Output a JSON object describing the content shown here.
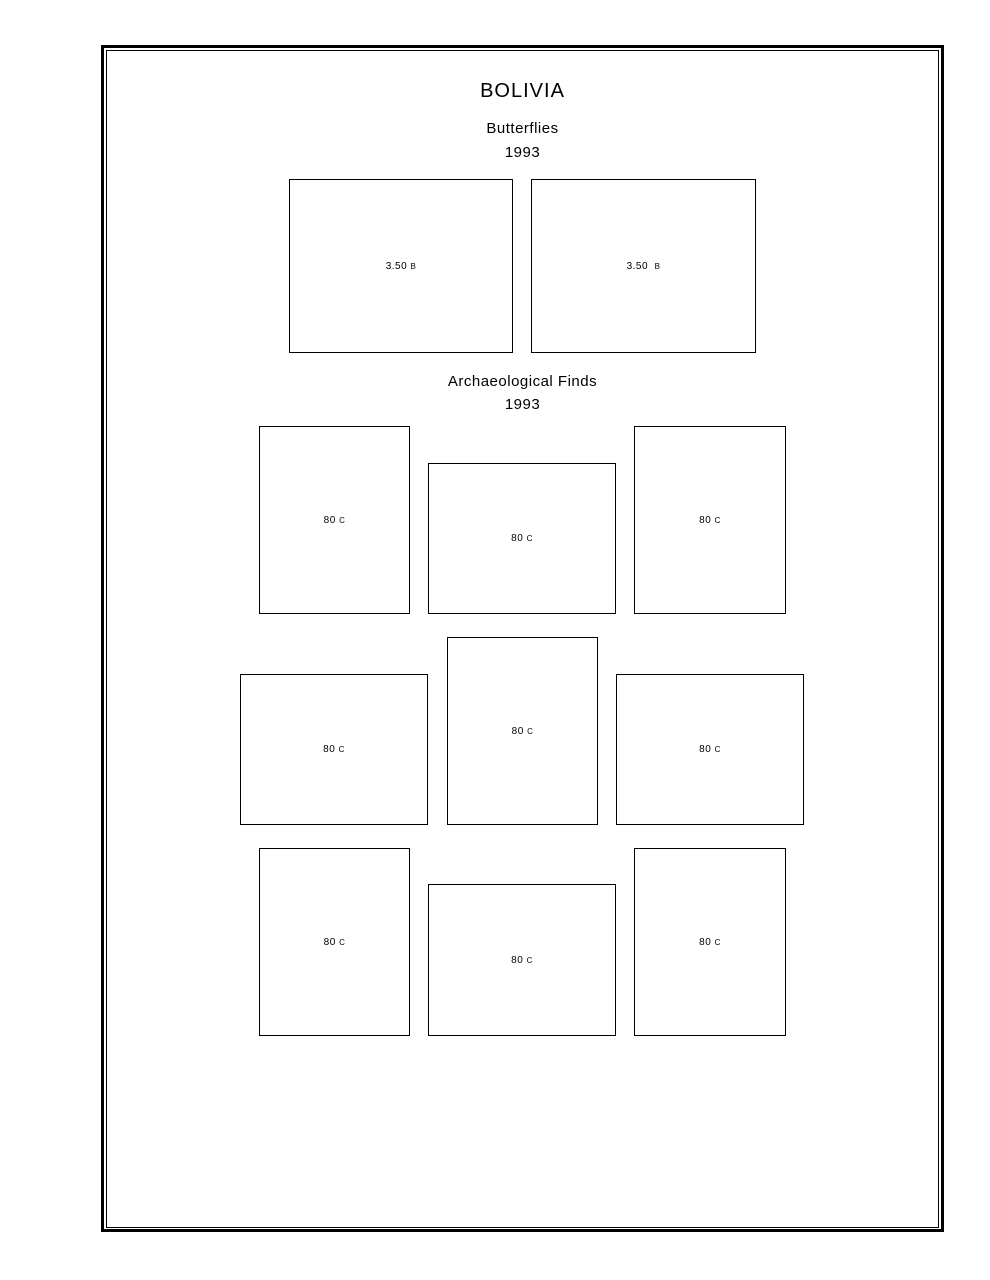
{
  "page": {
    "country": "BOLIVIA",
    "sections": [
      {
        "title": "Butterflies",
        "year": "1993",
        "stamps": [
          {
            "value": "3.50 ",
            "unit": "B"
          },
          {
            "value": "3.50  ",
            "unit": "B"
          }
        ]
      },
      {
        "title": "Archaeological Finds",
        "year": "1993",
        "stamps": [
          {
            "value": "80 ",
            "unit": "C"
          },
          {
            "value": "80 ",
            "unit": "C"
          },
          {
            "value": "80 ",
            "unit": "C"
          },
          {
            "value": "80 ",
            "unit": "C"
          },
          {
            "value": "80 ",
            "unit": "C"
          },
          {
            "value": "80 ",
            "unit": "C"
          },
          {
            "value": "80 ",
            "unit": "C"
          },
          {
            "value": "80 ",
            "unit": "C"
          },
          {
            "value": "80 ",
            "unit": "C"
          }
        ]
      }
    ]
  }
}
